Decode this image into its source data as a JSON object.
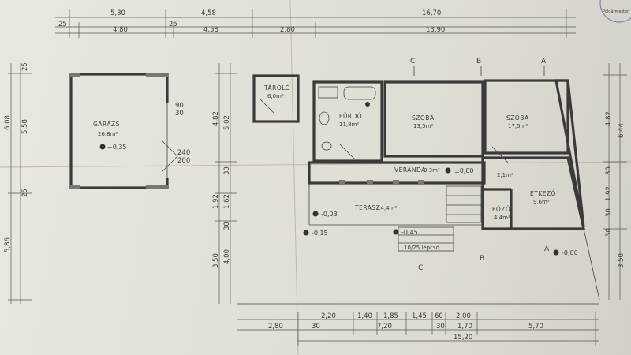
{
  "dimensions": {
    "top": {
      "row1": [
        "5,30",
        "4,58",
        "16,70"
      ],
      "row2": [
        "25",
        "4,80",
        "25",
        "4,58",
        "2,80",
        "13,90"
      ]
    },
    "left": {
      "outer": [
        "6,08",
        "5,86"
      ],
      "inner": [
        "25",
        "5,58",
        "25"
      ]
    },
    "middle_left": [
      "4,82",
      "5,02",
      "1,92",
      "1,62",
      "30",
      "30",
      "3,50",
      "4,00"
    ],
    "right": [
      "4,82",
      "6,44",
      "30",
      "1,92",
      "30",
      "30",
      "3,50"
    ],
    "bottom": {
      "row1": [
        "2,20",
        "1,40",
        "1,85",
        "1,45",
        "60",
        "2,00"
      ],
      "row2": [
        "2,80",
        "30",
        "7,20",
        "30",
        "1,70",
        "5,70"
      ],
      "total": "15,20"
    },
    "garage_opening": [
      "90",
      "30",
      "240",
      "200"
    ]
  },
  "rooms": {
    "garage": {
      "name": "GARÁZS",
      "area": "26,8m²"
    },
    "tarolo": {
      "name": "TÁROLÓ",
      "area": "6,0m²"
    },
    "furdo": {
      "name": "FÜRDŐ",
      "area": "11,8m²"
    },
    "szoba1": {
      "name": "SZOBA",
      "area": "13,5m²"
    },
    "szoba2": {
      "name": "SZOBA",
      "area": "17,5m²"
    },
    "veranda": {
      "name": "VERANDA",
      "area": "9,3m²"
    },
    "terasz": {
      "name": "TERASZ",
      "area": "14,4m²"
    },
    "etkezo": {
      "name": "ÉTKEZŐ",
      "area": "9,6m²"
    },
    "fozo": {
      "name": "FŐZŐ",
      "area": "4,4m²"
    },
    "small": {
      "area": "2,1m²"
    }
  },
  "levels": {
    "garage": "+0,35",
    "veranda": "±0,00",
    "terasz": "-0,03",
    "terasz_low": "-0,45",
    "outside": "-0,15",
    "right": "-0,00"
  },
  "stairs_label": "10/25 lépcső",
  "section_marks": {
    "c": "C",
    "b": "B",
    "a": "A"
  },
  "stamp_text": "Polgármesteri"
}
